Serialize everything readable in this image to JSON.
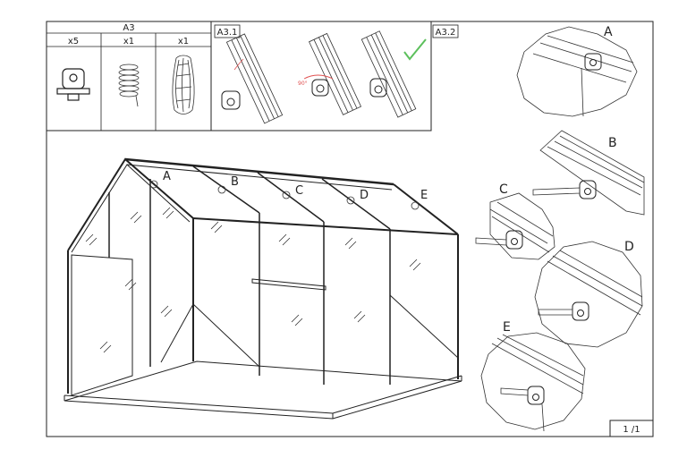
{
  "parts_table": {
    "header": "A3",
    "columns": [
      {
        "qty": "x5",
        "icon": "bracket-clip-icon"
      },
      {
        "qty": "x1",
        "icon": "wire-coil-icon"
      },
      {
        "qty": "x1",
        "icon": "wire-bundle-icon"
      }
    ]
  },
  "steps": {
    "step1_label": "A3.1",
    "step2_label": "A3.2",
    "angle_label": "90°"
  },
  "callouts": {
    "a": "A",
    "b": "B",
    "c": "C",
    "d": "D",
    "e": "E"
  },
  "detail_labels": {
    "a": "A",
    "b": "B",
    "c": "C",
    "d": "D",
    "e": "E"
  },
  "page_number": "1 /1",
  "colors": {
    "check": "#5cc05c",
    "angle_arrow": "#e05050"
  }
}
